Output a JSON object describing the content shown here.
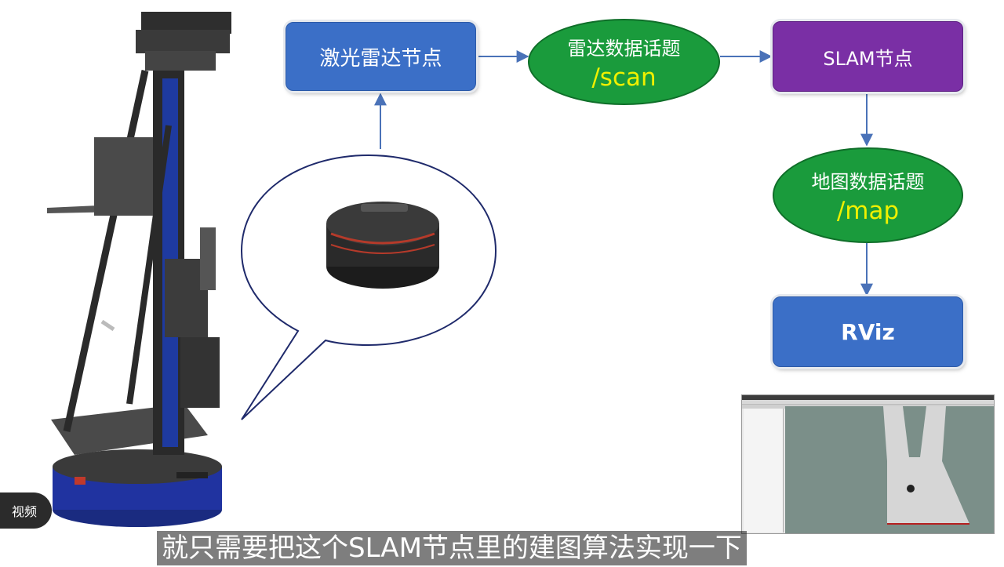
{
  "nodes": {
    "lidar_node": "激光雷达节点",
    "slam_node": "SLAM节点",
    "rviz": "RViz"
  },
  "topics": {
    "scan": {
      "label": "雷达数据话题",
      "topic": "/scan"
    },
    "map": {
      "label": "地图数据话题",
      "topic": "/map"
    }
  },
  "badge": "视频",
  "subtitle": "就只需要把这个SLAM节点里的建图算法实现一下",
  "colors": {
    "node_blue": "#3b6fc7",
    "node_purple": "#7a2fa5",
    "topic_green": "#1a9b3c",
    "topic_text": "#f0f000",
    "arrow": "#4a72b8"
  }
}
